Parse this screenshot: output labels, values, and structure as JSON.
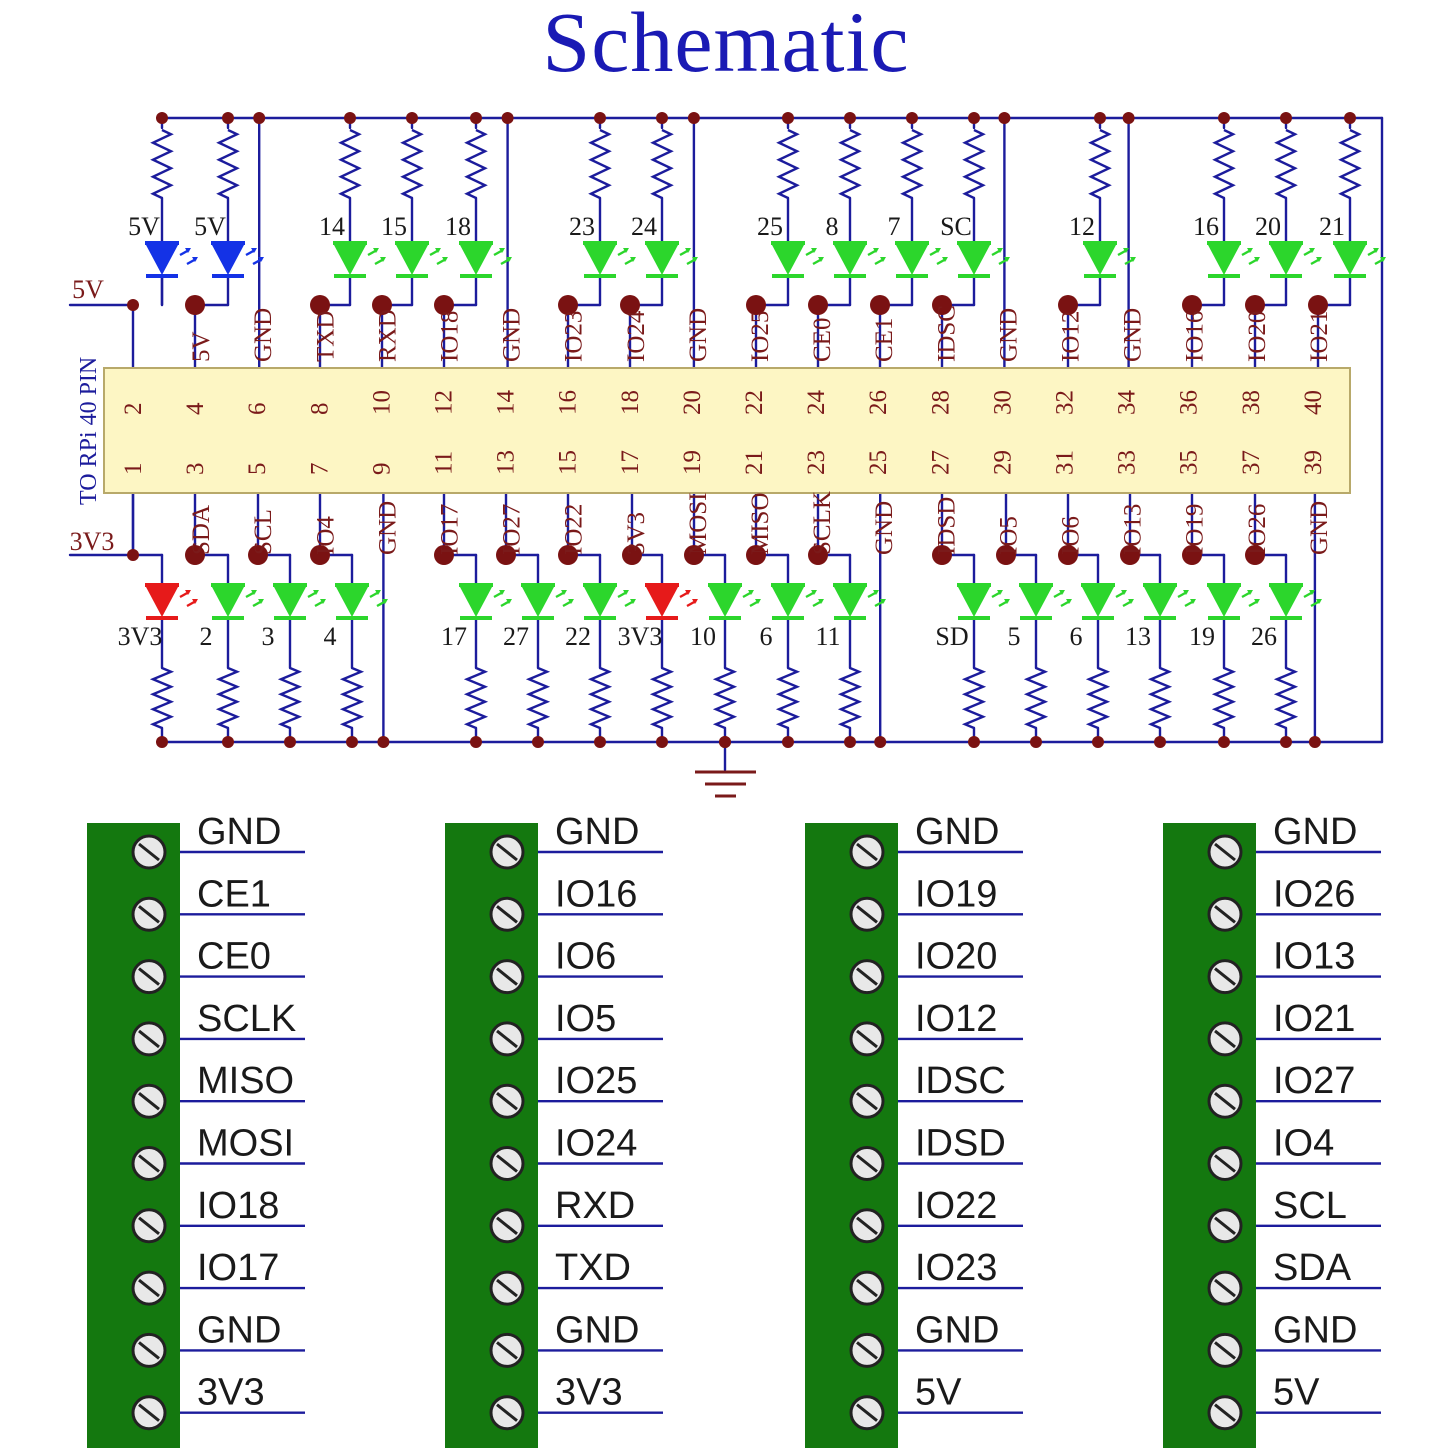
{
  "title": "Schematic",
  "colors": {
    "wire": "#1c1c9c",
    "node": "#7a1212",
    "label": "#7a1a1a",
    "header_fill": "#fdf6c4",
    "header_stroke": "#b8a96a",
    "led_green": "#2cd62c",
    "led_blue": "#1432e6",
    "led_red": "#e61a1a",
    "terminal_green": "#14780f",
    "text_dark": "#1a1a1a"
  },
  "header": {
    "label": "TO RPi 40 PIN",
    "even_pins": [
      "2",
      "4",
      "6",
      "8",
      "10",
      "12",
      "14",
      "16",
      "18",
      "20",
      "22",
      "24",
      "26",
      "28",
      "30",
      "32",
      "34",
      "36",
      "38",
      "40"
    ],
    "odd_pins": [
      "1",
      "3",
      "5",
      "7",
      "9",
      "11",
      "13",
      "15",
      "17",
      "19",
      "21",
      "23",
      "25",
      "27",
      "29",
      "31",
      "33",
      "35",
      "37",
      "39"
    ],
    "even_signals": [
      "",
      "5V",
      "GND",
      "TXD",
      "RXD",
      "IO18",
      "GND",
      "IO23",
      "IO24",
      "GND",
      "IO25",
      "CE0",
      "CE1",
      "IDSC",
      "GND",
      "IO12",
      "GND",
      "IO16",
      "IO20",
      "IO21"
    ],
    "odd_signals": [
      "",
      "SDA",
      "SCL",
      "IO4",
      "GND",
      "IO17",
      "IO27",
      "IO22",
      "3V3",
      "MOSI",
      "MISO",
      "SCLK",
      "GND",
      "IDSD",
      "IO5",
      "IO6",
      "IO13",
      "IO19",
      "IO26",
      "GND"
    ]
  },
  "rails": {
    "top_supply": "5V",
    "bottom_supply": "3V3"
  },
  "top_leds": [
    {
      "label": "5V",
      "color": "blue"
    },
    {
      "label": "5V",
      "color": "blue"
    },
    {
      "label": "14",
      "color": "green"
    },
    {
      "label": "15",
      "color": "green"
    },
    {
      "label": "18",
      "color": "green"
    },
    {
      "label": "23",
      "color": "green"
    },
    {
      "label": "24",
      "color": "green"
    },
    {
      "label": "25",
      "color": "green"
    },
    {
      "label": "8",
      "color": "green"
    },
    {
      "label": "7",
      "color": "green"
    },
    {
      "label": "SC",
      "color": "green"
    },
    {
      "label": "12",
      "color": "green"
    },
    {
      "label": "16",
      "color": "green"
    },
    {
      "label": "20",
      "color": "green"
    },
    {
      "label": "21",
      "color": "green"
    }
  ],
  "bottom_leds": [
    {
      "label": "3V3",
      "color": "red"
    },
    {
      "label": "2",
      "color": "green"
    },
    {
      "label": "3",
      "color": "green"
    },
    {
      "label": "4",
      "color": "green"
    },
    {
      "label": "17",
      "color": "green"
    },
    {
      "label": "27",
      "color": "green"
    },
    {
      "label": "22",
      "color": "green"
    },
    {
      "label": "3V3",
      "color": "red"
    },
    {
      "label": "10",
      "color": "green"
    },
    {
      "label": "6",
      "color": "green"
    },
    {
      "label": "11",
      "color": "green"
    },
    {
      "label": "SD",
      "color": "green"
    },
    {
      "label": "5",
      "color": "green"
    },
    {
      "label": "6",
      "color": "green"
    },
    {
      "label": "13",
      "color": "green"
    },
    {
      "label": "19",
      "color": "green"
    },
    {
      "label": "26",
      "color": "green"
    }
  ],
  "terminal_blocks": [
    {
      "labels": [
        "GND",
        "CE1",
        "CE0",
        "SCLK",
        "MISO",
        "MOSI",
        "IO18",
        "IO17",
        "GND",
        "3V3"
      ]
    },
    {
      "labels": [
        "GND",
        "IO16",
        "IO6",
        "IO5",
        "IO25",
        "IO24",
        "RXD",
        "TXD",
        "GND",
        "3V3"
      ]
    },
    {
      "labels": [
        "GND",
        "IO19",
        "IO20",
        "IO12",
        "IDSC",
        "IDSD",
        "IO22",
        "IO23",
        "GND",
        "5V"
      ]
    },
    {
      "labels": [
        "GND",
        "IO26",
        "IO13",
        "IO21",
        "IO27",
        "IO4",
        "SCL",
        "SDA",
        "GND",
        "5V"
      ]
    }
  ]
}
